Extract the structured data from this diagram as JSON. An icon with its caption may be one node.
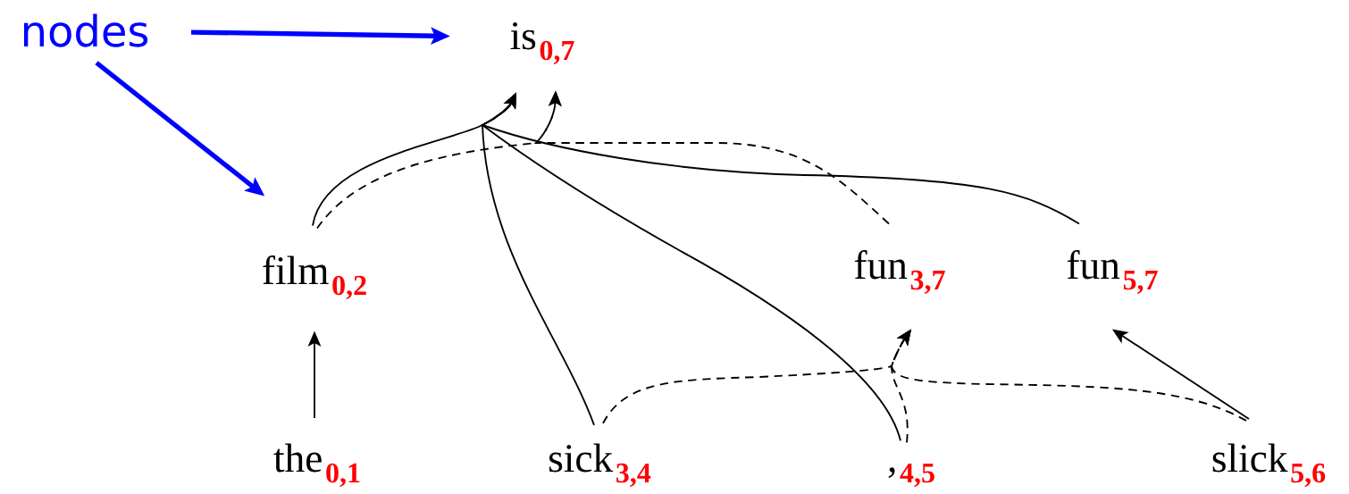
{
  "diagram": {
    "nodes": [
      {
        "text": [
          "nodes"
        ]
      },
      {
        "text": [
          "is",
          "0,7"
        ]
      },
      {
        "text": [
          "film",
          "0,2"
        ]
      },
      {
        "text": [
          "fun",
          "3,7"
        ]
      },
      {
        "text": [
          "fun",
          "5,7"
        ]
      },
      {
        "text": [
          "the",
          "0,1"
        ]
      },
      {
        "text": [
          "sick",
          "3,4"
        ]
      },
      {
        "text": [
          ",",
          "4,5"
        ]
      },
      {
        "text": [
          "slick",
          "5,6"
        ]
      }
    ],
    "edges": [
      {
        "from": 0,
        "to": 1,
        "arrow": "to",
        "style": "thick",
        "color": "#0000ff"
      },
      {
        "from": 0,
        "to": 2,
        "arrow": "to",
        "style": "thick",
        "color": "#0000ff"
      },
      {
        "from": 5,
        "to": 2,
        "arrow": "to"
      },
      {
        "from": 2,
        "to": 1,
        "arrow": "to"
      },
      {
        "from": 6,
        "to": 1,
        "arrow": "to"
      },
      {
        "from": 7,
        "to": 1,
        "arrow": "to"
      },
      {
        "from": 4,
        "to": 1,
        "arrow": "to"
      },
      {
        "from": 2,
        "to": 1,
        "arrow": "to",
        "style": "dashed"
      },
      {
        "from": 3,
        "to": 1,
        "arrow": "to",
        "style": "dashed"
      },
      {
        "from": 6,
        "to": 3,
        "arrow": "to",
        "style": "dashed"
      },
      {
        "from": 7,
        "to": 3,
        "arrow": "to",
        "style": "dashed"
      },
      {
        "from": 8,
        "to": 3,
        "arrow": "to",
        "style": "dashed"
      },
      {
        "from": 8,
        "to": 4,
        "arrow": "to"
      }
    ]
  }
}
